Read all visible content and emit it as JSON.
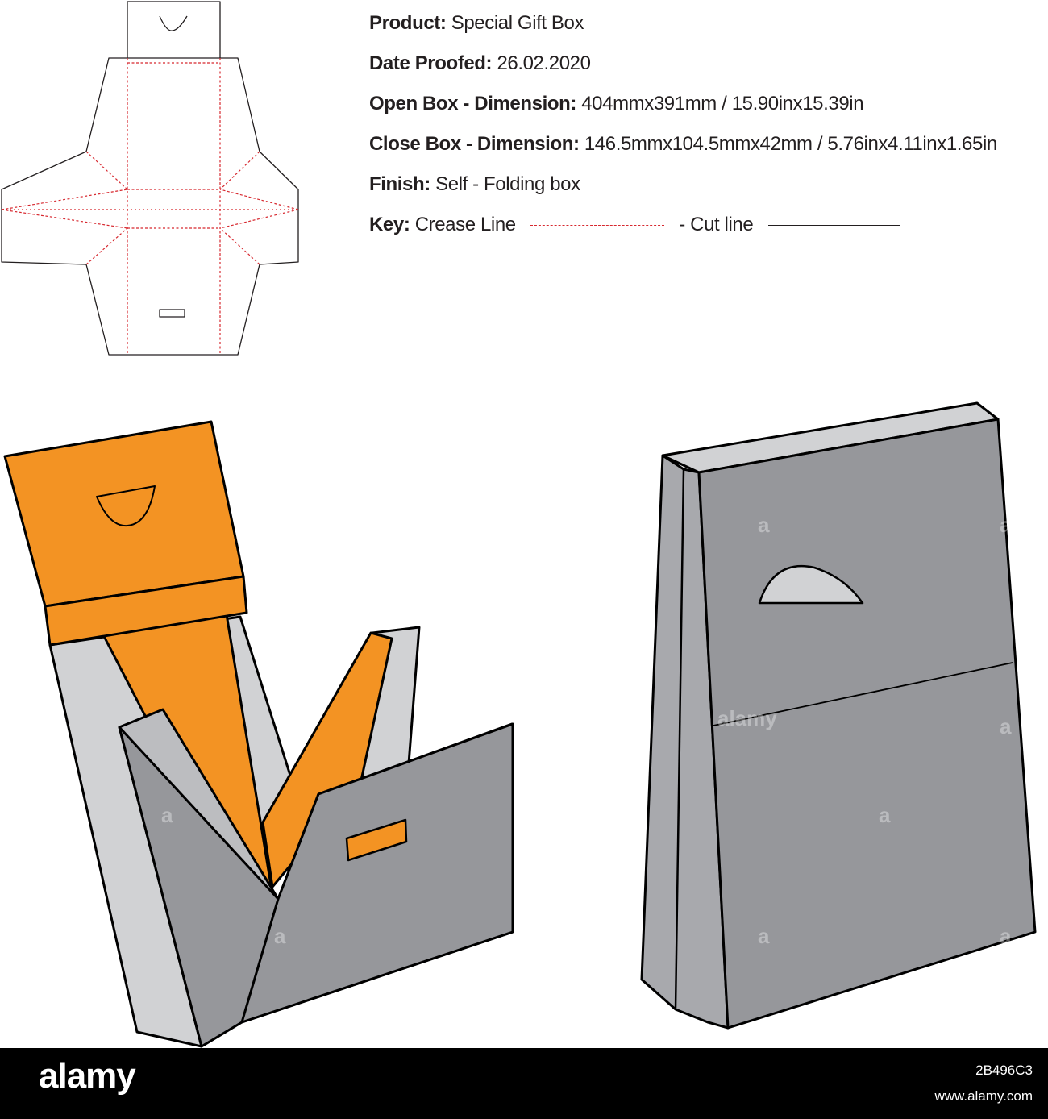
{
  "spec": {
    "product_label": "Product:",
    "product_value": "Special Gift Box",
    "date_label": "Date Proofed:",
    "date_value": "26.02.2020",
    "open_label": "Open Box - Dimension:",
    "open_value": "404mmx391mm / 15.90inx15.39in",
    "close_label": "Close Box - Dimension:",
    "close_value": "146.5mmx104.5mmx42mm / 5.76inx4.11inx1.65in",
    "finish_label": "Finish:",
    "finish_value": "Self - Folding box",
    "key_label": "Key:",
    "key_crease": "Crease Line",
    "key_cut": "- Cut line"
  },
  "footer": {
    "logo": "alamy",
    "image_id": "2B496C3",
    "site": "www.alamy.com"
  },
  "colors": {
    "cut_line": "#231f20",
    "crease_line": "#d7282f",
    "orange": "#f39323",
    "grey_face": "#96979b",
    "grey_light": "#d1d2d4",
    "grey_mid": "#bcbdc0",
    "footer_bg": "#000000"
  }
}
